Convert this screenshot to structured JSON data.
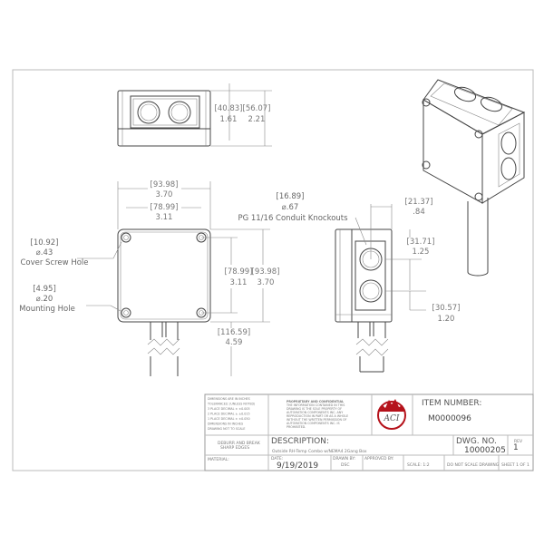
{
  "top_view": {
    "dim_height_inner": {
      "mm": "[40.83]",
      "in": "1.61"
    },
    "dim_height_outer": {
      "mm": "[56.07]",
      "in": "2.21"
    }
  },
  "front_view": {
    "dim_width_outer": {
      "mm": "[93.98]",
      "in": "3.70"
    },
    "dim_width_holes": {
      "mm": "[78.99]",
      "in": "3.11"
    },
    "dim_height_holes": {
      "mm": "[78.99]",
      "in": "3.11"
    },
    "dim_height_outer": {
      "mm": "[93.98]",
      "in": "3.70"
    },
    "dim_probe": {
      "mm": "[116.59]",
      "in": "4.59"
    },
    "cover_screw": {
      "mm": "[10.92]",
      "in": "⌀.43",
      "label": "Cover Screw Hole"
    },
    "mounting_hole": {
      "mm": "[4.95]",
      "in": "⌀.20",
      "label": "Mounting Hole"
    }
  },
  "side_view": {
    "knockout": {
      "mm": "[16.89]",
      "in": "⌀.67",
      "label": "PG 11/16 Conduit Knockouts"
    },
    "dim_a": {
      "mm": "[21.37]",
      "in": ".84"
    },
    "dim_b": {
      "mm": "[31.71]",
      "in": "1.25"
    },
    "dim_c": {
      "mm": "[30.57]",
      "in": "1.20"
    }
  },
  "title_block": {
    "tolerances": [
      "DIMENSIONS ARE IN INCHES",
      "TOLERANCES: (UNLESS NOTED)",
      "3 PLACE DECIMAL ± ±0.005",
      "2 PLACE DECIMAL ± ±0.015",
      "1 PLACE DECIMAL ± ±0.050",
      "DIMENSIONS IN INCHES",
      "DRAWING NOT TO SCALE"
    ],
    "proprietary_title": "PROPRIETARY AND CONFIDENTIAL",
    "proprietary_lines": [
      "THE INFORMATION CONTAINED IN THIS",
      "DRAWING IS THE SOLE PROPERTY OF",
      "AUTOMATION COMPONENTS INC. ANY",
      "REPRODUCTION IN PART OR AS A WHOLE",
      "WITHOUT THE WRITTEN PERMISSION OF",
      "AUTOMATION COMPONENTS INC. IS",
      "PROHIBITED."
    ],
    "logo_text": "ACI",
    "item_number_label": "ITEM NUMBER:",
    "item_number": "M0000096",
    "deburr": [
      "DEBURR AND BREAK",
      "SHARP EDGES"
    ],
    "description_label": "DESCRIPTION:",
    "description": "Outside RH-Temp Combo w/NEMA4 2Gang Box",
    "dwg_no_label": "DWG. NO.",
    "dwg_no": "10000205",
    "rev_label": "REV",
    "rev": "1",
    "material_label": "MATERIAL:",
    "date_label": "DATE:",
    "date": "9/19/2019",
    "drawn_by_label": "DRAWN BY:",
    "drawn_by": "DSC",
    "approved_by_label": "APPROVED BY:",
    "scale": "SCALE: 1:2",
    "do_not_scale": "DO NOT SCALE DRAWING",
    "sheet": "SHEET 1 OF 1",
    "logo_color": "#b5121b"
  }
}
